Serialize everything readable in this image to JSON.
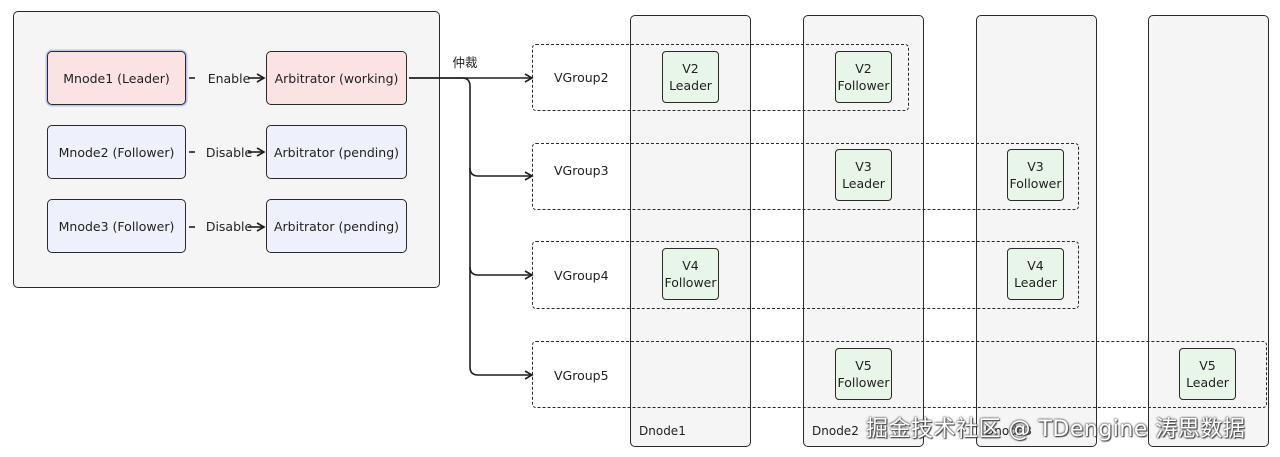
{
  "mnodes": [
    {
      "node": "Mnode1 (Leader)",
      "state": "Enable",
      "arbitrator": "Arbitrator (working)"
    },
    {
      "node": "Mnode2 (Follower)",
      "state": "Disable",
      "arbitrator": "Arbitrator (pending)"
    },
    {
      "node": "Mnode3 (Follower)",
      "state": "Disable",
      "arbitrator": "Arbitrator (pending)"
    }
  ],
  "arbitration_label": "仲裁",
  "vgroups": [
    "VGroup2",
    "VGroup3",
    "VGroup4",
    "VGroup5"
  ],
  "dnodes": [
    "Dnode1",
    "Dnode2",
    "Dnode3",
    ""
  ],
  "vnodes": [
    {
      "id": "V2",
      "role": "Leader"
    },
    {
      "id": "V2",
      "role": "Follower"
    },
    {
      "id": "V3",
      "role": "Leader"
    },
    {
      "id": "V3",
      "role": "Follower"
    },
    {
      "id": "V4",
      "role": "Follower"
    },
    {
      "id": "V4",
      "role": "Leader"
    },
    {
      "id": "V5",
      "role": "Follower"
    },
    {
      "id": "V5",
      "role": "Leader"
    }
  ],
  "watermark": "掘金技术社区 @ TDengine 涛思数据",
  "colors": {
    "leader_mnode": "#fbe3e3",
    "follower_mnode": "#eef1fb",
    "vnode": "#e7f6e7",
    "panel": "#f5f5f5"
  }
}
